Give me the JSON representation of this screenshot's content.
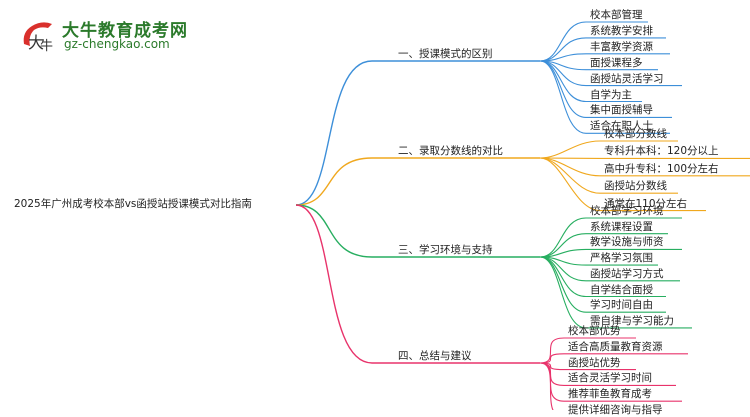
{
  "logo": {
    "title": "大牛教育成考网",
    "url": "gz-chengkao.com"
  },
  "root": "2025年广州成考校本部vs函授站授课模式对比指南",
  "colors": {
    "blue": "#3d8fd9",
    "orange": "#f0a81e",
    "green": "#27ae60",
    "pink": "#e8336b",
    "logo_green": "#2b7a2b",
    "logo_red": "#d9302c"
  },
  "branches": [
    {
      "label": "一、授课模式的区别",
      "color": "blue",
      "leaves": [
        "校本部管理",
        "系统教学安排",
        "丰富教学资源",
        "面授课程多",
        "函授站灵活学习",
        "自学为主",
        "集中面授辅导",
        "适合在职人士"
      ]
    },
    {
      "label": "二、录取分数线的对比",
      "color": "orange",
      "leaves": [
        "校本部分数线",
        "专科升本科：120分以上",
        "高中升专科：100分左右",
        "函授站分数线",
        "通常在110分左右"
      ]
    },
    {
      "label": "三、学习环境与支持",
      "color": "green",
      "leaves": [
        "校本部学习环境",
        "系统课程设置",
        "教学设施与师资",
        "严格学习氛围",
        "函授站学习方式",
        "自学结合面授",
        "学习时间自由",
        "需自律与学习能力"
      ]
    },
    {
      "label": "四、总结与建议",
      "color": "pink",
      "leaves": [
        "校本部优势",
        "适合高质量教育资源",
        "函授站优势",
        "适合灵活学习时间",
        "推荐菲鱼教育成考",
        "提供详细咨询与指导"
      ]
    }
  ]
}
